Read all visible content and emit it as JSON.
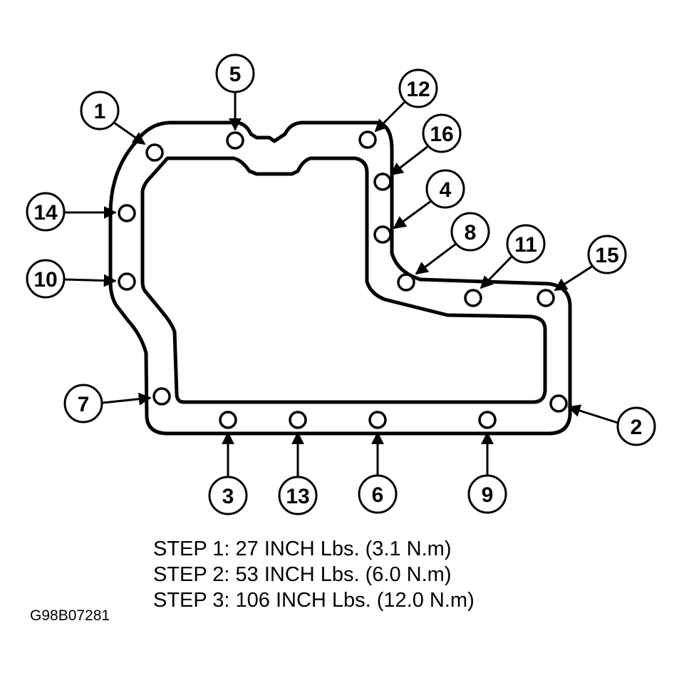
{
  "callouts": [
    {
      "number": "1"
    },
    {
      "number": "2"
    },
    {
      "number": "3"
    },
    {
      "number": "4"
    },
    {
      "number": "5"
    },
    {
      "number": "6"
    },
    {
      "number": "7"
    },
    {
      "number": "8"
    },
    {
      "number": "9"
    },
    {
      "number": "10"
    },
    {
      "number": "11"
    },
    {
      "number": "12"
    },
    {
      "number": "13"
    },
    {
      "number": "14"
    },
    {
      "number": "15"
    },
    {
      "number": "16"
    }
  ],
  "steps": [
    "STEP 1: 27 INCH Lbs. (3.1 N.m)",
    "STEP 2: 53 INCH Lbs. (6.0 N.m)",
    "STEP 3: 106 INCH Lbs. (12.0 N.m)"
  ],
  "figure_id": "G98B07281"
}
